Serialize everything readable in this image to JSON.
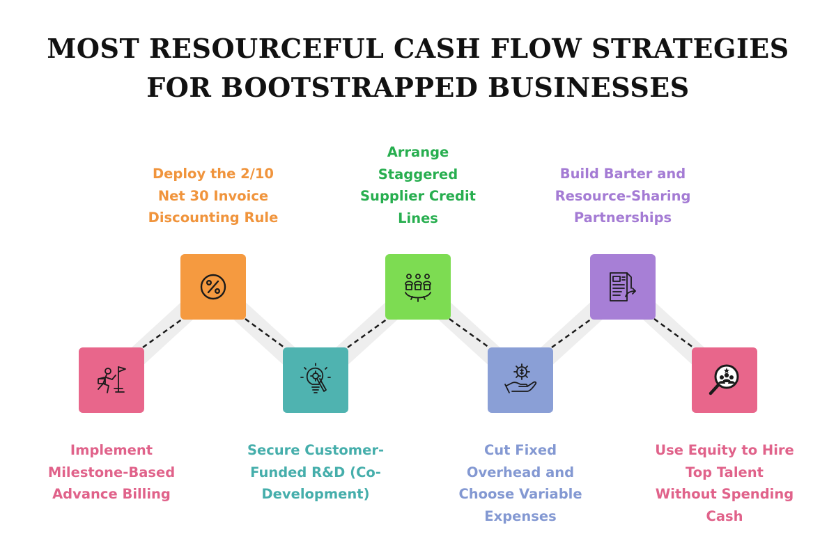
{
  "title": {
    "line1": "MOST RESOURCEFUL CASH FLOW STRATEGIES",
    "line2": "FOR BOOTSTRAPPED BUSINESSES"
  },
  "steps": [
    {
      "lines": [
        "Implement",
        "Milestone-Based",
        "Advance Billing"
      ],
      "color": "#e8668b",
      "text_color": "#e0628a",
      "icon": "sprint-to-finish-icon"
    },
    {
      "lines": [
        "Deploy the 2/10",
        "Net 30 Invoice",
        "Discounting Rule"
      ],
      "color": "#f59a40",
      "text_color": "#f0943c",
      "icon": "percent-icon"
    },
    {
      "lines": [
        "Secure Customer-",
        "Funded R&D (Co-",
        "Development)"
      ],
      "color": "#4fb3b0",
      "text_color": "#45aeab",
      "icon": "lightbulb-gear-icon"
    },
    {
      "lines": [
        "Arrange",
        "Staggered",
        "Supplier Credit",
        "Lines"
      ],
      "color": "#7ddc52",
      "text_color": "#27ae4f",
      "icon": "team-gear-icon"
    },
    {
      "lines": [
        "Cut Fixed",
        "Overhead and",
        "Choose Variable",
        "Expenses"
      ],
      "color": "#8a9fd6",
      "text_color": "#8398d2",
      "icon": "hand-coin-gear-icon"
    },
    {
      "lines": [
        "Build Barter and",
        "Resource-Sharing",
        "Partnerships"
      ],
      "color": "#a77fd6",
      "text_color": "#a47bd4",
      "icon": "document-share-icon"
    },
    {
      "lines": [
        "Use Equity to Hire",
        "Top Talent",
        "Without Spending",
        "Cash"
      ],
      "color": "#e8668b",
      "text_color": "#e0628a",
      "icon": "talent-search-icon"
    }
  ]
}
